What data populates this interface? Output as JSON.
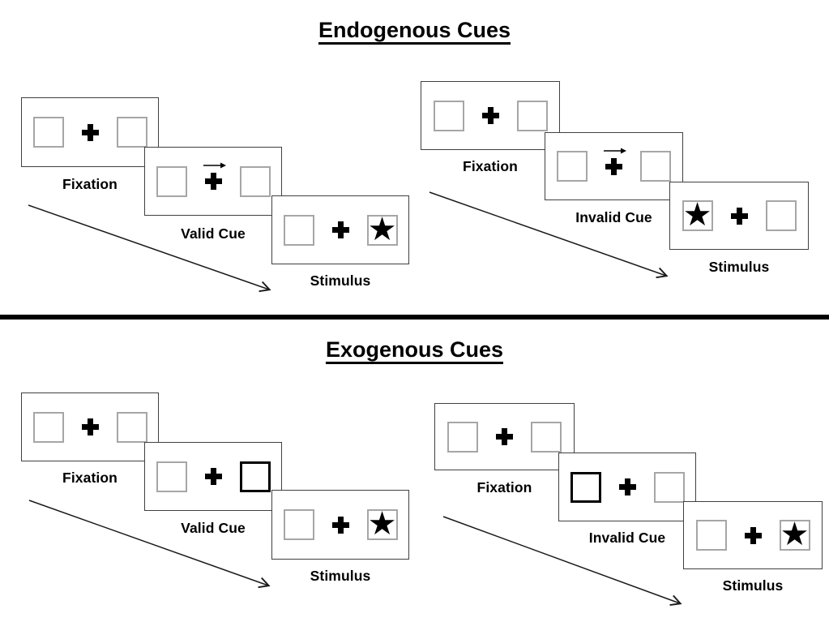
{
  "sections": [
    {
      "title": "Endogenous Cues",
      "sequences": [
        {
          "name": "valid-sequence",
          "panels": [
            {
              "label": "Fixation",
              "cue": "none",
              "star": "none"
            },
            {
              "label": "Valid Cue",
              "cue": "arrow-right",
              "star": "none"
            },
            {
              "label": "Stimulus",
              "cue": "none",
              "star": "right"
            }
          ]
        },
        {
          "name": "invalid-sequence",
          "panels": [
            {
              "label": "Fixation",
              "cue": "none",
              "star": "none"
            },
            {
              "label": "Invalid Cue",
              "cue": "arrow-right",
              "star": "none"
            },
            {
              "label": "Stimulus",
              "cue": "none",
              "star": "left"
            }
          ]
        }
      ]
    },
    {
      "title": "Exogenous Cues",
      "sequences": [
        {
          "name": "valid-sequence",
          "panels": [
            {
              "label": "Fixation",
              "cue": "none",
              "star": "none"
            },
            {
              "label": "Valid Cue",
              "cue": "highlight-right",
              "star": "none"
            },
            {
              "label": "Stimulus",
              "cue": "none",
              "star": "right"
            }
          ]
        },
        {
          "name": "invalid-sequence",
          "panels": [
            {
              "label": "Fixation",
              "cue": "none",
              "star": "none"
            },
            {
              "label": "Invalid Cue",
              "cue": "highlight-left",
              "star": "none"
            },
            {
              "label": "Stimulus",
              "cue": "none",
              "star": "right"
            }
          ]
        }
      ]
    }
  ],
  "icons": {
    "star_glyph": "★",
    "fixation_cross": "plus-shape",
    "cue_arrow": "right-arrow"
  },
  "colors": {
    "ink": "#000000",
    "panel_border": "#404040",
    "box_border": "#a6a6a6",
    "background": "#ffffff"
  }
}
